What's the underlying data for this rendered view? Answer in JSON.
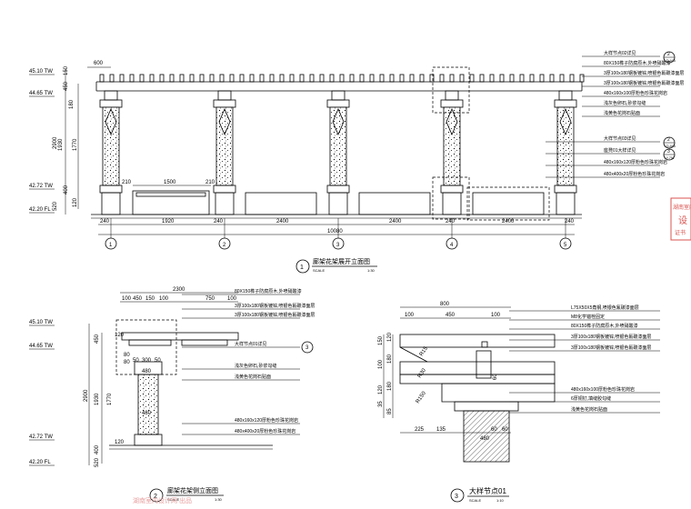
{
  "elevation": {
    "callout_top": [
      {
        "text": "大样节点02详见",
        "ref": "2",
        "sheet": "LD-A05"
      },
      {
        "text": "80X150榫子防腐原木,外喷硝酸漆",
        "ref": "",
        "sheet": ""
      },
      {
        "text": "3厚100x180钢板镀锌,喷银色氟碳漆面层",
        "ref": "",
        "sheet": ""
      },
      {
        "text": "3厚100x180钢板镀锌,喷银色氟碳漆面层",
        "ref": "",
        "sheet": ""
      },
      {
        "text": "480x160x100厚粉色珍珠花岗岩",
        "ref": "",
        "sheet": ""
      },
      {
        "text": "浅灰色卵石,砂浆勾缝",
        "ref": "",
        "sheet": ""
      },
      {
        "text": "浅黄色花岗石贴面",
        "ref": "",
        "sheet": ""
      }
    ],
    "callout_bottom": [
      {
        "text": "大样节点03详见",
        "ref": "2",
        "sheet": "LD-A05"
      },
      {
        "text": "座凳01大样详见",
        "ref": "3",
        "sheet": "LY-791"
      },
      {
        "text": "480x160x120厚粉色珍珠花岗岩",
        "ref": "",
        "sheet": ""
      },
      {
        "text": "480x400x20厚粉色珍珠花岗岩",
        "ref": "",
        "sheet": ""
      }
    ],
    "levels": [
      "45.10 TW",
      "44.65 TW",
      "42.72 TW",
      "42.20 FL"
    ],
    "vdims_outer": [
      "150",
      "450",
      "2900",
      "400",
      "520"
    ],
    "vdims_inner": [
      "180",
      "1930",
      "1770",
      "120"
    ],
    "top_dim": "600",
    "bench_dims": [
      "210",
      "1500",
      "210"
    ],
    "bottom_dims": [
      "240",
      "1920",
      "240",
      "2400",
      "2400",
      "240",
      "2400",
      "240"
    ],
    "total_dim": "10080",
    "grid_axes": [
      "1",
      "2",
      "3",
      "4",
      "5"
    ],
    "title": {
      "num": "1",
      "name": "廊架花架展开立面图",
      "scale_label": "SCALE",
      "scale": "1:30"
    }
  },
  "side_view": {
    "top_dim_total": "2300",
    "top_dims": [
      "100",
      "450",
      "150",
      "100",
      "750",
      "100"
    ],
    "levels": [
      "45.10 TW",
      "44.65 TW",
      "42.72 TW",
      "42.20 FL"
    ],
    "vdims_outer": [
      "2900",
      "400",
      "520"
    ],
    "vdims_inner": [
      "450",
      "1930",
      "1770"
    ],
    "small_dims": [
      "120",
      "80",
      "80",
      "50",
      "300",
      "50",
      "480",
      "480",
      "120"
    ],
    "callouts": [
      {
        "text": "80X150榫子防腐原木,外喷硝酸漆"
      },
      {
        "text": "3厚100x180钢板镀锌,喷银色氟碳漆面层"
      },
      {
        "text": "3厚100x180钢板镀锌,喷银色氟碳漆面层"
      },
      {
        "text": "大样节点01详见",
        "ref": "3"
      },
      {
        "text": "浅灰色卵石,砂浆勾缝"
      },
      {
        "text": "浅黄色花岗石贴面"
      },
      {
        "text": "480x160x120厚粉色珍珠花岗岩"
      },
      {
        "text": "480x400x20厚粉色珍珠花岗岩"
      }
    ],
    "title": {
      "num": "2",
      "name": "廊架花架侧立面图",
      "scale_label": "SCALE",
      "scale": "1:30"
    }
  },
  "detail": {
    "top_dim_total": "800",
    "top_dims": [
      "100",
      "450",
      "100"
    ],
    "vdims": [
      "150",
      "120",
      "100",
      "180",
      "120",
      "180",
      "35",
      "85"
    ],
    "angle_dims": [
      "R15",
      "R30",
      "R150"
    ],
    "callouts": [
      "L75X50X5角钢,喷银色氟碳漆面层",
      "M8化学锚栓固定",
      "80X150榫子防腐原木,外喷硝酸漆",
      "3厚100x180钢板镀锌,喷银色氟碳漆面层",
      "3厚100x180钢板镀锌,喷银色氟碳漆面层",
      "480x160x100厚粉色珍珠花岗岩",
      "6厚铜钉,填缝胶勾缝",
      "浅黄色花岗石贴面"
    ],
    "bottom_dims": [
      "225",
      "135",
      "60",
      "60"
    ],
    "base_dim": "480",
    "hatch_label": "60",
    "title": {
      "num": "3",
      "name": "大样节点01",
      "scale_label": "SCALE",
      "scale": "1:10"
    }
  },
  "stamp": {
    "line1": "湖南室内",
    "line2": "设",
    "line3": "证书"
  },
  "watermark": "湖南室内设计网 出品"
}
